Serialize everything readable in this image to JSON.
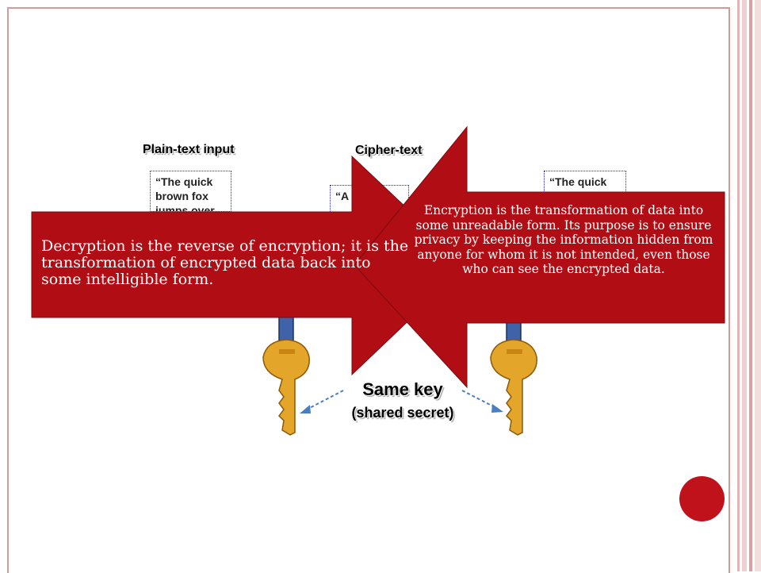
{
  "diagram": {
    "plain_label": "Plain-text input",
    "cipher_label": "Cipher-text",
    "left_box_text": "“The quick brown fox jumps over",
    "middle_box_text": "“A fC",
    "right_box_text": "“The quick",
    "same_key": "Same key",
    "shared_secret": "(shared secret)"
  },
  "callouts": {
    "decryption": "Decryption is the reverse of encryption; it is the transformation of encrypted data back into some intelligible form.",
    "encryption": "Encryption is the transformation of data into some unreadable form. Its purpose is to ensure privacy by keeping the information hidden from anyone for whom it is not intended, even those who can see the encrypted data."
  },
  "colors": {
    "arrow_red": "#b00e14",
    "circle_red": "#c0121b",
    "frame": "#d49a9a",
    "key_gold": "#e3a52a",
    "key_shaft_blue": "#3f63a8"
  }
}
